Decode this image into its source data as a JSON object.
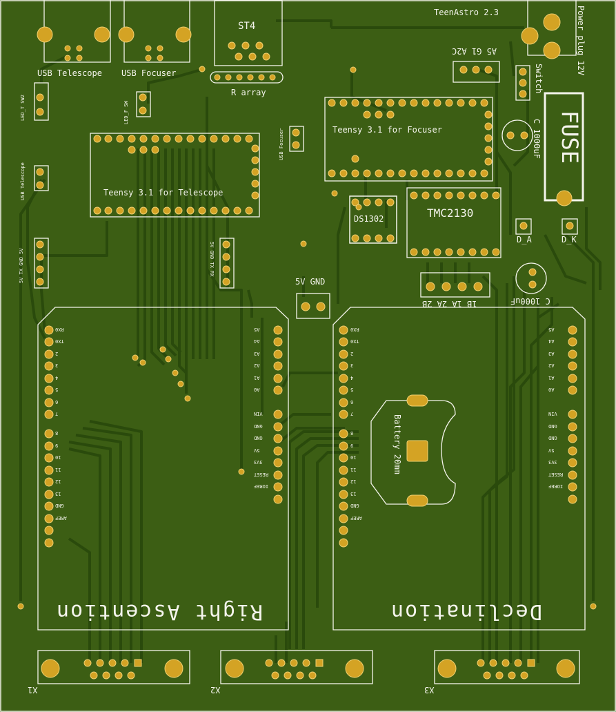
{
  "board": {
    "title": "TeenAstro 2.3",
    "colors": {
      "substrate": "#3c5e14",
      "trace": "#2a4a0c",
      "silk": "#f4f4ec",
      "copper": "#d4a324"
    }
  },
  "labels": {
    "usb_telescope": "USB Telescope",
    "usb_focuser": "USB Focuser",
    "st4": "ST4",
    "r_array": "R array",
    "teensy_telescope": "Teensy 3.1 for Telescope",
    "teensy_focuser": "Teensy 3.1 for Focuser",
    "ds1302": "DS1302",
    "tmc2130": "TMC2130",
    "power_plug": "Power plug 12V",
    "switch": "Switch",
    "fuse": "FUSE",
    "cap_1000uf_top": "C 1000uF",
    "cap_1000uf_bottom": "C 1000uF",
    "d_a": "D_A",
    "d_k": "D_K",
    "five_v_gnd": "5V GND",
    "motor_pins": "1B 1A 2A 2B",
    "focuser_pins": "A5 G1 A2C",
    "right_ascension": "Right Ascention",
    "declination": "Declination",
    "battery": "Battery 20mm",
    "x1": "X1",
    "x2": "X2",
    "x3": "X3",
    "led_f_sw": "LED_F SW",
    "led_t_sw": "LED_T SW2",
    "usb_telescope_side": "USB Telescope",
    "usb_focuser_side": "USB Focuser",
    "serial_left": "5V TX GND 5V",
    "serial_right": "5V GND TX RX"
  },
  "arduino_left_pins": [
    "RX0",
    "TX0",
    "2",
    "3",
    "4",
    "5",
    "6",
    "7",
    "8",
    "9",
    "10",
    "11",
    "12",
    "13",
    "GND",
    "AREF"
  ],
  "arduino_right_pins": [
    "A5",
    "A4",
    "A3",
    "A2",
    "A1",
    "A0",
    "VIN",
    "GND",
    "GND",
    "5V",
    "3V3",
    "RESET",
    "IOREF"
  ]
}
